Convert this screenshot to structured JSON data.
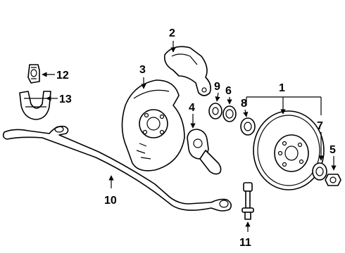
{
  "diagram": {
    "callouts": [
      {
        "id": "1",
        "text": "1"
      },
      {
        "id": "2",
        "text": "2"
      },
      {
        "id": "3",
        "text": "3"
      },
      {
        "id": "4",
        "text": "4"
      },
      {
        "id": "5",
        "text": "5"
      },
      {
        "id": "6",
        "text": "6"
      },
      {
        "id": "7",
        "text": "7"
      },
      {
        "id": "8",
        "text": "8"
      },
      {
        "id": "9",
        "text": "9"
      },
      {
        "id": "10",
        "text": "10"
      },
      {
        "id": "11",
        "text": "11"
      },
      {
        "id": "12",
        "text": "12"
      },
      {
        "id": "13",
        "text": "13"
      }
    ]
  }
}
